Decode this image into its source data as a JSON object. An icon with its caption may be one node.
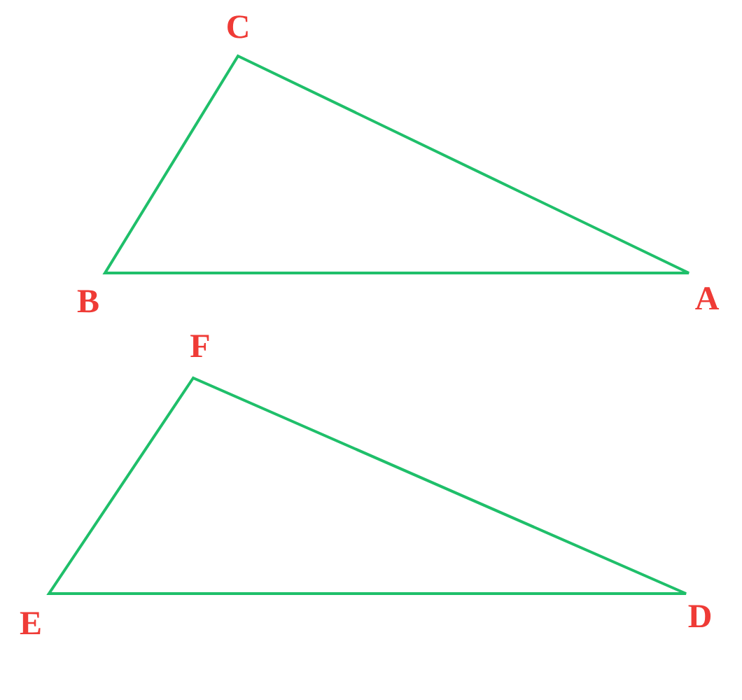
{
  "diagram": {
    "labels": [
      "C",
      "B",
      "A",
      "F",
      "E",
      "D"
    ]
  }
}
